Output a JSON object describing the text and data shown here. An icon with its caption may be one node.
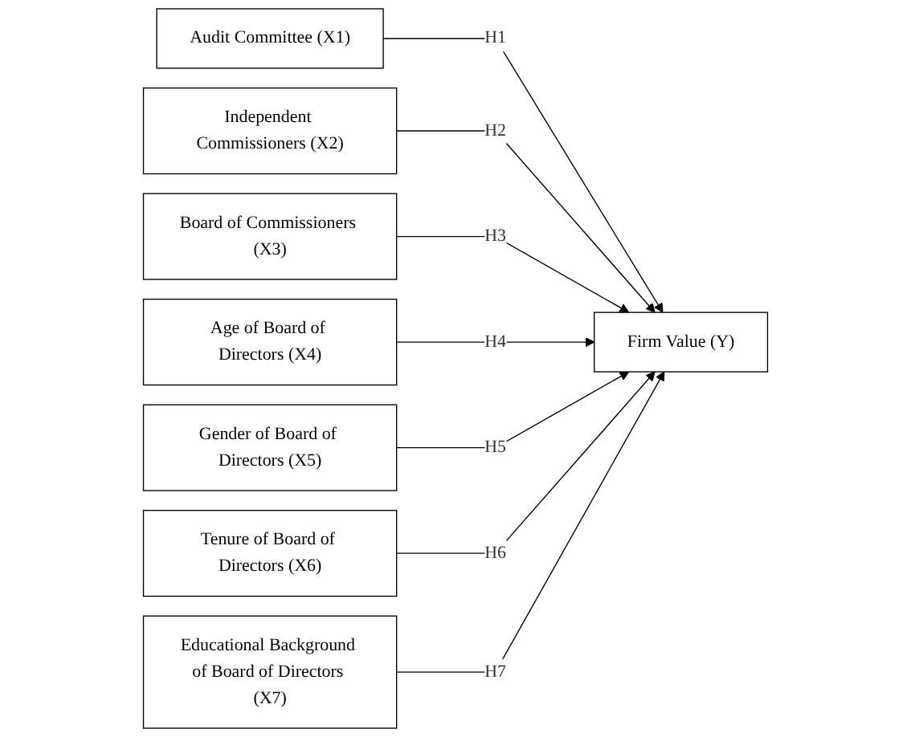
{
  "diagram": {
    "nodes": [
      {
        "text": [
          "Audit Committee (X1)"
        ]
      },
      {
        "text": [
          "Independent Commissioners (X2)"
        ]
      },
      {
        "text": [
          "Board of Commissioners (X3)"
        ]
      },
      {
        "text": [
          "Age of Board of Directors (X4)"
        ]
      },
      {
        "text": [
          "Gender of Board of Directors (X5)"
        ]
      },
      {
        "text": [
          "Tenure of Board of Directors (X6)"
        ]
      },
      {
        "text": [
          "Educational Background of Board of Directors (X7)"
        ]
      },
      {
        "text": [
          "Firm Value (Y)"
        ]
      }
    ],
    "edges": [
      {
        "from": 0,
        "to": 7,
        "arrow": "to",
        "label": "H1"
      },
      {
        "from": 1,
        "to": 7,
        "arrow": "to",
        "label": "H2"
      },
      {
        "from": 2,
        "to": 7,
        "arrow": "to",
        "label": "H3"
      },
      {
        "from": 3,
        "to": 7,
        "arrow": "to",
        "label": "H4"
      },
      {
        "from": 4,
        "to": 7,
        "arrow": "to",
        "label": "H5"
      },
      {
        "from": 5,
        "to": 7,
        "arrow": "to",
        "label": "H6"
      },
      {
        "from": 6,
        "to": 7,
        "arrow": "to",
        "label": "H7"
      }
    ]
  }
}
